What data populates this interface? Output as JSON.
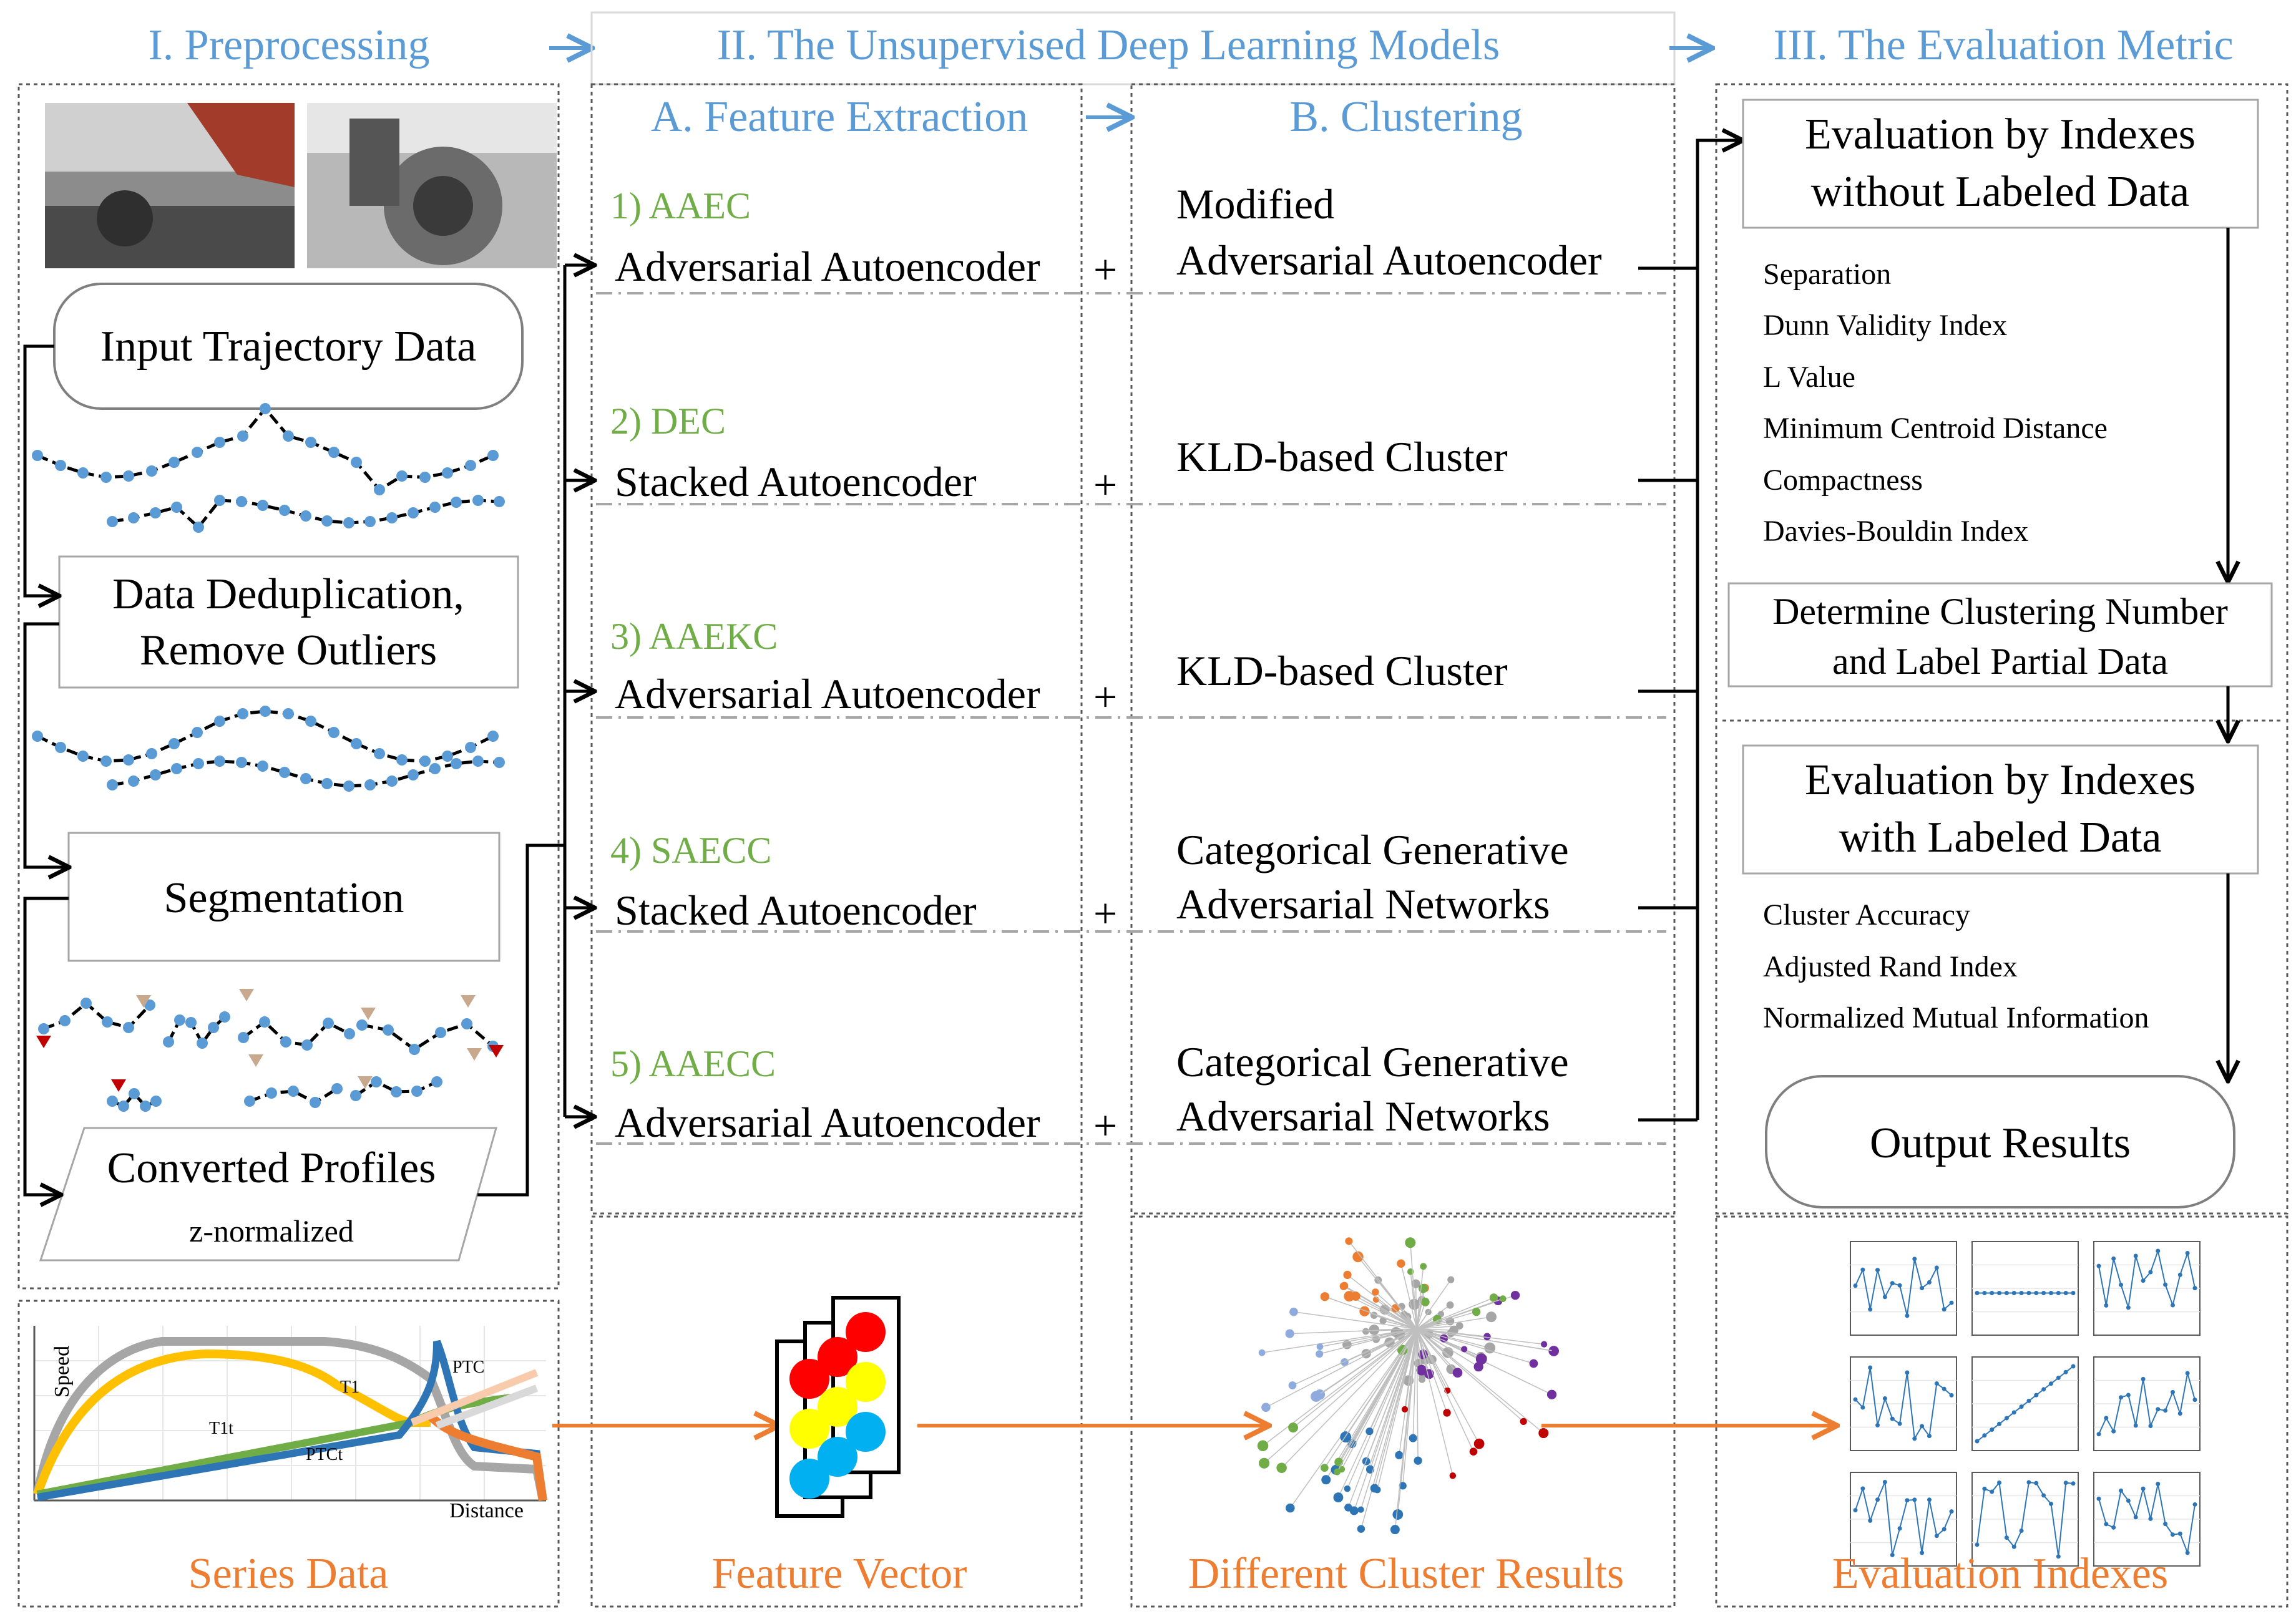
{
  "sections": {
    "preprocessing": "I. Preprocessing",
    "models": "II. The Unsupervised Deep Learning Models",
    "evaluation": "III. The Evaluation Metric"
  },
  "subsections": {
    "feature_extraction": "A. Feature Extraction",
    "clustering": "B. Clustering"
  },
  "preprocessing_steps": {
    "input": "Input Trajectory Data",
    "dedup_line1": "Data Deduplication,",
    "dedup_line2": "Remove Outliers",
    "segmentation": "Segmentation",
    "converted": "Converted Profiles",
    "znorm": "z-normalized"
  },
  "models": [
    {
      "tag": "1) AAEC",
      "extractor": "Adversarial Autoencoder",
      "cluster_line1": "Modified",
      "cluster_line2": "Adversarial Autoencoder"
    },
    {
      "tag": "2) DEC",
      "extractor": "Stacked Autoencoder",
      "cluster_line1": "KLD-based Cluster",
      "cluster_line2": ""
    },
    {
      "tag": "3) AAEKC",
      "extractor": "Adversarial Autoencoder",
      "cluster_line1": "KLD-based Cluster",
      "cluster_line2": ""
    },
    {
      "tag": "4) SAECC",
      "extractor": "Stacked Autoencoder",
      "cluster_line1": "Categorical Generative",
      "cluster_line2": "Adversarial Networks"
    },
    {
      "tag": "5) AAECC",
      "extractor": "Adversarial Autoencoder",
      "cluster_line1": "Categorical Generative",
      "cluster_line2": "Adversarial Networks"
    }
  ],
  "plus": "+",
  "evaluation": {
    "unlabeled_line1": "Evaluation by Indexes",
    "unlabeled_line2": "without Labeled Data",
    "unlabeled_indexes": [
      "Separation",
      "Dunn Validity Index",
      "L Value",
      "Minimum Centroid Distance",
      "Compactness",
      "Davies-Bouldin Index"
    ],
    "determine_line1": "Determine Clustering Number",
    "determine_line2": "and Label Partial Data",
    "labeled_line1": "Evaluation by Indexes",
    "labeled_line2": "with Labeled Data",
    "labeled_indexes": [
      "Cluster Accuracy",
      "Adjusted Rand Index",
      "Normalized Mutual Information"
    ],
    "output": "Output Results"
  },
  "bottom": {
    "series": "Series Data",
    "feature": "Feature Vector",
    "clusters": "Different Cluster Results",
    "indexes": "Evaluation Indexes"
  },
  "series_chart": {
    "ylabel": "Speed",
    "xlabel": "Distance",
    "curve_labels": [
      "PTC",
      "T1",
      "T1t",
      "PTCt"
    ]
  },
  "colors": {
    "header_blue": "#5b9bd5",
    "model_green": "#70ad47",
    "flow_orange": "#ed7d31",
    "point_blue": "#5b9bd5",
    "marker_tan": "#c9a98e",
    "marker_red": "#c00000"
  },
  "icons": [
    "right-arrow-icon",
    "traffic-light-icon",
    "photo-icon"
  ]
}
